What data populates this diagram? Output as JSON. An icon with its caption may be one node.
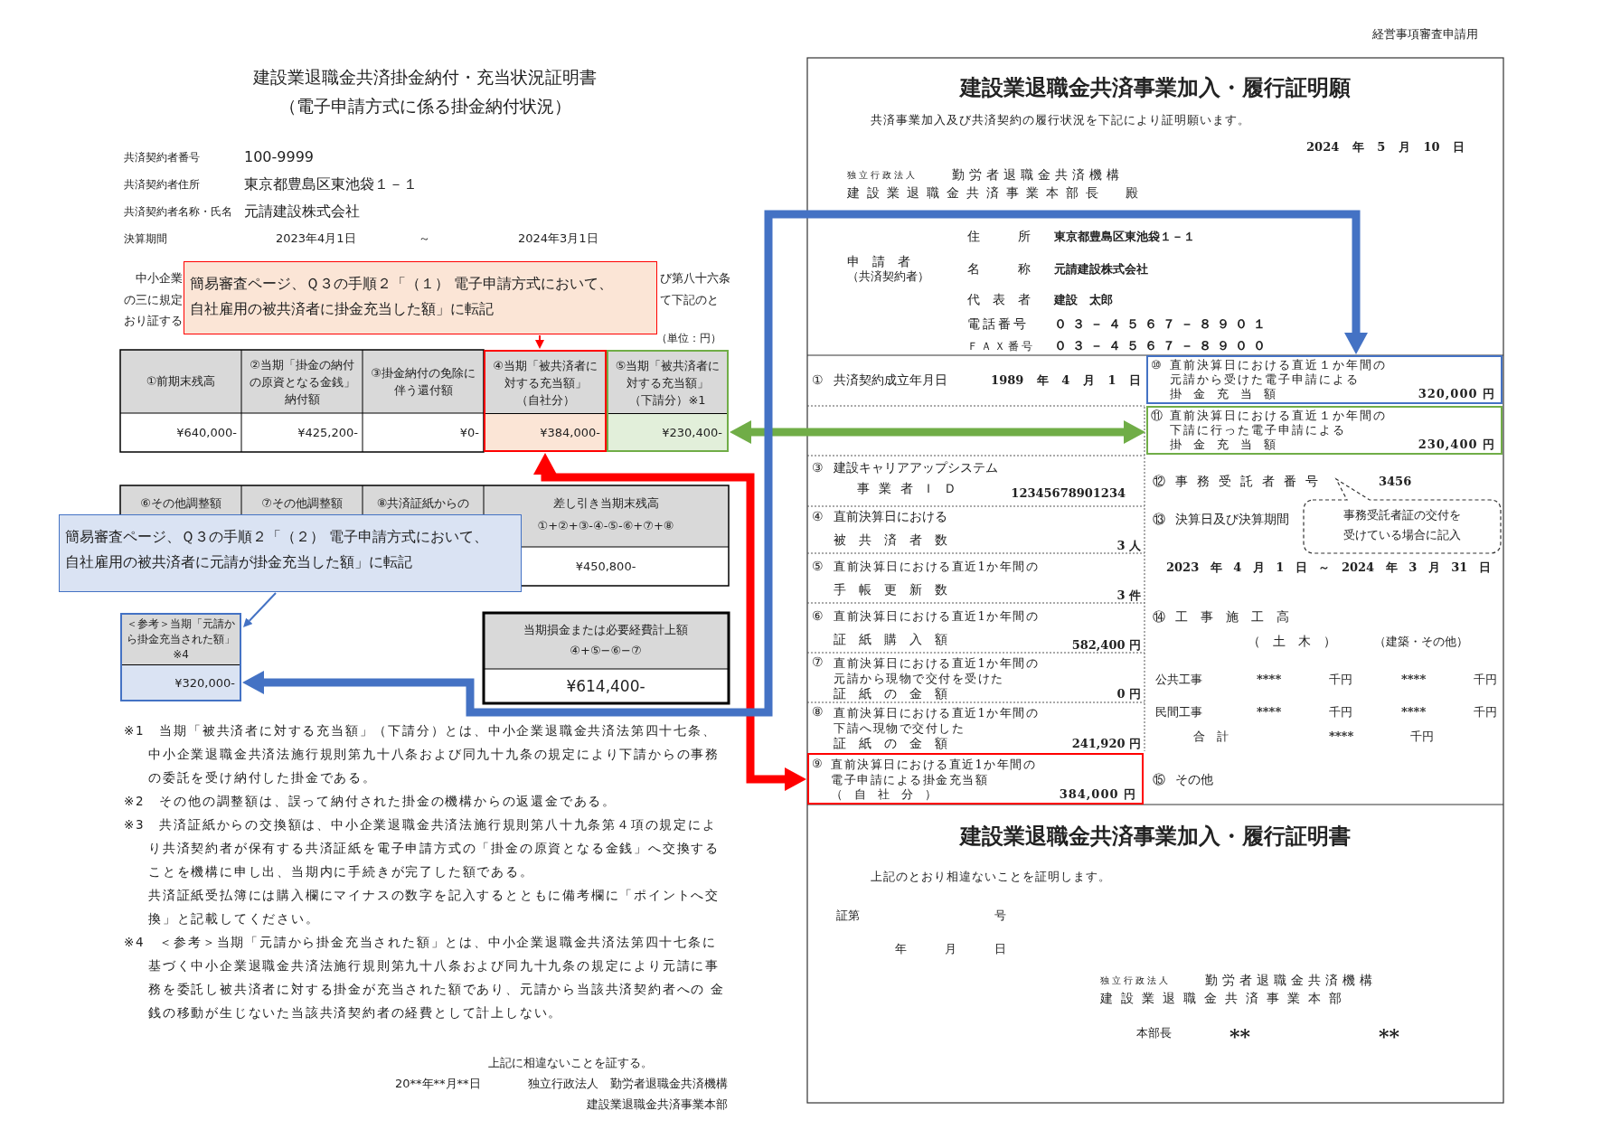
{
  "diagram": {
    "nodes": [
      {
        "text": [
          "簡易審査ページ、Ｑ３の手順２「（１） 電子申請方式において、自社雇用の被共済者に掛金充当した額」に転記"
        ]
      },
      {
        "text": [
          "④当期「被共済者に対する充当額」",
          "（自社分）",
          "¥384,000-"
        ]
      },
      {
        "text": [
          "⑤当期「被共済者に対する充当額」",
          "（下請分）※1",
          "¥230,400-"
        ]
      },
      {
        "text": [
          "簡易審査ページ、Ｑ３の手順２「（２） 電子申請方式において、自社雇用の被共済者に元請が掛金充当した額」に転記"
        ]
      },
      {
        "text": [
          "＜参考＞当期「元請から掛金充当された額」※4",
          "¥320,000-"
        ]
      },
      {
        "text": [
          "⑩",
          "直前決算日における直近１か年間の元請から受けた電子申請による",
          "掛　金　充　当　額",
          "320,000 円"
        ]
      },
      {
        "text": [
          "⑪",
          "直前決算日における直近１か年間の下請に行った電子申請による",
          "掛　金　充　当　額",
          "230,400 円"
        ]
      },
      {
        "text": [
          "⑨",
          "直前決算日における直近1か年間の電子申請による掛金充当額",
          "（　自　社　分　）",
          "384,000 円"
        ]
      },
      {
        "text": [
          "事務受託者証の交付を受けている場合に記入"
        ]
      }
    ],
    "edges": [
      {
        "from": 0,
        "to": 1,
        "arrow": "to",
        "color": "#ff0000"
      },
      {
        "from": 3,
        "to": 4,
        "arrow": "to",
        "color": "#4472c4"
      },
      {
        "from": 7,
        "to": 1,
        "arrow": "both",
        "color": "#ff0000"
      },
      {
        "from": 2,
        "to": 6,
        "arrow": "both",
        "color": "#70ad47"
      },
      {
        "from": 5,
        "to": 4,
        "arrow": "both",
        "color": "#4472c4"
      }
    ],
    "labels": [
      "建設業退職金共済掛金納付・充当状況証明書",
      "（電子申請方式に係る掛金納付状況）",
      "共済契約者番号",
      "100-9999",
      "共済契約者住所",
      "東京都豊島区東池袋１－１",
      "共済契約者名称・氏名",
      "元請建設株式会社",
      "決算期間",
      "2023年4月1日",
      "～",
      "2024年3月1日",
      "中小企業",
      "の三に規定",
      "おり証する",
      "び第八十六条",
      "て下記のと",
      "（単位：円）",
      "①前期末残高",
      "②当期「掛金の納付の原資となる金銭」納付額",
      "③掛金納付の免除に伴う還付額",
      "¥640,000-",
      "¥425,200-",
      "¥0-",
      "⑥その他調整額",
      "⑦その他調整額",
      "⑧共済証紙からの",
      "差し引き当期末残高",
      "①+②+③-④-⑤-⑥+⑦+⑧",
      "¥450,800-",
      "当期損金または必要経費計上額",
      "④+⑤−⑥−⑦",
      "¥614,400-",
      "※1　当期「被共済者に対する充当額」（下請分）とは、中小企業退職金共済法第四十七条、中小企業退職金共済法施行規則第九十八条および同九十九条の規定により下請からの事務の委託を受け納付した掛金である。",
      "※2　その他の調整額は、誤って納付された掛金の機構からの返還金である。",
      "※3　共済証紙からの交換額は、中小企業退職金共済法施行規則第八十九条第４項の規定により共済契約者が保有する共済証紙を電子申請方式の「掛金の原資となる金銭」へ交換することを機構に申し出、当期内に手続きが完了した額である。",
      "共済証紙受払簿には購入欄にマイナスの数字を記入するとともに備考欄に「ポイントへ交換」と記載してください。",
      "※4　＜参考＞当期「元請から掛金充当された額」とは、中小企業退職金共済法第四十七条に基づく中小企業退職金共済法施行規則第九十八条および同九十九条の規定により元請に事務を委託し被共済者に対する掛金が充当された額であり、元請から当該共済契約者への 金銭の移動が生じないた当該共済契約者の経費として計上しない。",
      "上記に相違ないことを証する。",
      "20**年**月**日",
      "独立行政法人　勤労者退職金共済機構",
      "建設業退職金共済事業本部",
      "経営事項審査申請用",
      "建設業退職金共済事業加入・履行証明願",
      "共済事業加入及び共済契約の履行状況を下記により証明願います。",
      "2024 年 5 月 10 日",
      "独立行政法人",
      "勤労者退職金共済機構",
      "建設業退職金共済事業本部長　殿",
      "申　請　者",
      "（共済契約者）",
      "住　　　所",
      "東京都豊島区東池袋１－１",
      "名　　　称",
      "元請建設株式会社",
      "代　表　者",
      "建設　太郎",
      "電話番号",
      "０３－４５６７－８９０１",
      "ＦＡＸ番号",
      "０３－４５６７－８９００",
      "①",
      "共済契約成立年月日",
      "1989 年 4 月 1 日",
      "③",
      "建設キャリアアップシステム",
      "事業者ＩＤ",
      "12345678901234",
      "④",
      "直前決算日における",
      "被　共　済　者　数",
      "3 人",
      "⑤",
      "直前決算日における直近1か年間の",
      "手　帳　更　新　数",
      "3 件",
      "⑥",
      "直前決算日における直近1か年間の",
      "証　紙　購　入　額",
      "582,400 円",
      "⑦",
      "直前決算日における直近1か年間の元請から現物で交付を受けた",
      "証　紙　の　金　額",
      "0 円",
      "⑧",
      "直前決算日における直近1か年間の下請へ現物で交付した",
      "証　紙　の　金　額",
      "241,920 円",
      "⑫",
      "事務受託者番号",
      "3456",
      "⑬",
      "決算日及び決算期間",
      "2023 年 4 月 1 日 ～ 2024 年 3 月 31 日",
      "⑭",
      "工　事　施　工　高",
      "（　土　木　）",
      "（建築・その他）",
      "公共工事",
      "****",
      "千円",
      "****",
      "千円",
      "民間工事",
      "****",
      "千円",
      "****",
      "千円",
      "合　計",
      "****",
      "千円",
      "⑮",
      "その他",
      "建設業退職金共済事業加入・履行証明書",
      "上記のとおり相違ないことを証明します。",
      "証第",
      "号",
      "年",
      "月",
      "日",
      "独立行政法人",
      "勤労者退職金共済機構",
      "建設業退職金共済事業本部",
      "本部長",
      "**",
      "**"
    ]
  }
}
